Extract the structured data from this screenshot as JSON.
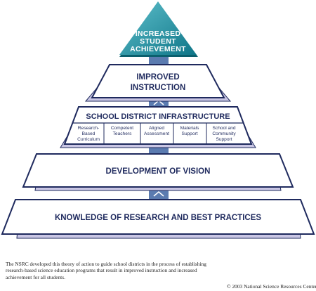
{
  "colors": {
    "navy": "#1f2a5e",
    "lavender": "#c9c6e4",
    "teal_dark": "#117a8b",
    "teal_light": "#67c2cf",
    "connector_blue": "#5b7bb0"
  },
  "pyramid": {
    "apex": [
      "INCREASED",
      "STUDENT",
      "ACHIEVEMENT"
    ],
    "level4": [
      "IMPROVED",
      "INSTRUCTION"
    ],
    "level3": {
      "title": "SCHOOL DISTRICT INFRASTRUCTURE",
      "columns": [
        [
          "Research-",
          "Based",
          "Curriculum"
        ],
        [
          "Competent",
          "Teachers"
        ],
        [
          "Aligned",
          "Assessment"
        ],
        [
          "Materials",
          "Support"
        ],
        [
          "School and",
          "Community",
          "Support"
        ]
      ]
    },
    "level2": "DEVELOPMENT OF VISION",
    "level1": "KNOWLEDGE OF RESEARCH AND BEST PRACTICES"
  },
  "caption": "The NSRC developed this theory of action to guide school districts in the process of establishing research-based science education programs that result in improved instruction and increased achievement for all students.",
  "copyright": "© 2003 National Science Resources Center"
}
